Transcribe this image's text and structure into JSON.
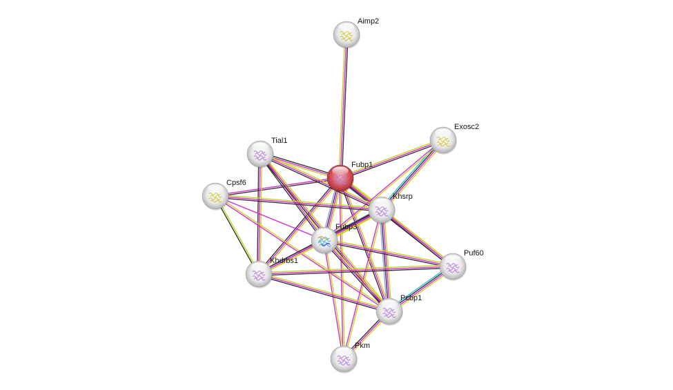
{
  "network": {
    "query_protein": "Fubp1",
    "colors": {
      "textmining": "#c4d31a",
      "experiments": "#d62ad6",
      "coexpression": "#333333",
      "database": "#2bc0dd",
      "homology": "#9a9af5",
      "query_node": "#d8444f",
      "node": "#e6e6e6"
    },
    "nodes": [
      {
        "id": "Aimp2",
        "label": "Aimp2",
        "query": false,
        "structure": "yellow"
      },
      {
        "id": "Exosc2",
        "label": "Exosc2",
        "query": false,
        "structure": "yellow"
      },
      {
        "id": "Tial1",
        "label": "Tial1",
        "query": false,
        "structure": "purple"
      },
      {
        "id": "Fubp1",
        "label": "Fubp1",
        "query": true,
        "structure": "purple"
      },
      {
        "id": "Cpsf6",
        "label": "Cpsf6",
        "query": false,
        "structure": "yellow"
      },
      {
        "id": "Khsrp",
        "label": "Khsrp",
        "query": false,
        "structure": "purple"
      },
      {
        "id": "Fubp3",
        "label": "Fubp3",
        "query": false,
        "structure": "rainbow"
      },
      {
        "id": "Khdrbs1",
        "label": "Khdrbs1",
        "query": false,
        "structure": "purple"
      },
      {
        "id": "Puf60",
        "label": "Puf60",
        "query": false,
        "structure": "purple"
      },
      {
        "id": "Pcbp1",
        "label": "Pcbp1",
        "query": false,
        "structure": "purple"
      },
      {
        "id": "Pkm",
        "label": "Pkm",
        "query": false,
        "structure": "purple"
      }
    ],
    "edges": [
      {
        "a": "Fubp1",
        "b": "Aimp2",
        "types": [
          "textmining",
          "experiments",
          "coexpression"
        ]
      },
      {
        "a": "Fubp1",
        "b": "Exosc2",
        "types": [
          "textmining",
          "experiments",
          "coexpression"
        ]
      },
      {
        "a": "Fubp1",
        "b": "Tial1",
        "types": [
          "textmining",
          "experiments",
          "coexpression"
        ]
      },
      {
        "a": "Fubp1",
        "b": "Cpsf6",
        "types": [
          "coexpression",
          "experiments"
        ]
      },
      {
        "a": "Fubp1",
        "b": "Khsrp",
        "types": [
          "textmining",
          "experiments",
          "coexpression",
          "homology"
        ]
      },
      {
        "a": "Fubp1",
        "b": "Fubp3",
        "types": [
          "textmining",
          "experiments",
          "coexpression",
          "homology"
        ]
      },
      {
        "a": "Fubp1",
        "b": "Khdrbs1",
        "types": [
          "textmining",
          "experiments",
          "coexpression"
        ]
      },
      {
        "a": "Fubp1",
        "b": "Puf60",
        "types": [
          "textmining",
          "experiments",
          "coexpression"
        ]
      },
      {
        "a": "Fubp1",
        "b": "Pcbp1",
        "types": [
          "textmining",
          "experiments",
          "coexpression"
        ]
      },
      {
        "a": "Fubp1",
        "b": "Pkm",
        "types": [
          "textmining",
          "experiments"
        ]
      },
      {
        "a": "Exosc2",
        "b": "Khsrp",
        "types": [
          "textmining",
          "experiments",
          "coexpression",
          "database"
        ]
      },
      {
        "a": "Exosc2",
        "b": "Fubp3",
        "types": [
          "textmining",
          "experiments"
        ]
      },
      {
        "a": "Tial1",
        "b": "Khsrp",
        "types": [
          "textmining",
          "experiments",
          "coexpression"
        ]
      },
      {
        "a": "Tial1",
        "b": "Fubp3",
        "types": [
          "textmining",
          "experiments",
          "coexpression"
        ]
      },
      {
        "a": "Tial1",
        "b": "Khdrbs1",
        "types": [
          "textmining",
          "experiments",
          "coexpression"
        ]
      },
      {
        "a": "Tial1",
        "b": "Pcbp1",
        "types": [
          "textmining",
          "experiments",
          "coexpression"
        ]
      },
      {
        "a": "Cpsf6",
        "b": "Khsrp",
        "types": [
          "textmining",
          "experiments",
          "coexpression"
        ]
      },
      {
        "a": "Cpsf6",
        "b": "Fubp3",
        "types": [
          "experiments"
        ]
      },
      {
        "a": "Cpsf6",
        "b": "Khdrbs1",
        "types": [
          "textmining",
          "coexpression"
        ]
      },
      {
        "a": "Cpsf6",
        "b": "Pcbp1",
        "types": [
          "textmining",
          "experiments"
        ]
      },
      {
        "a": "Khsrp",
        "b": "Fubp3",
        "types": [
          "textmining",
          "experiments",
          "coexpression",
          "homology"
        ]
      },
      {
        "a": "Khsrp",
        "b": "Khdrbs1",
        "types": [
          "textmining",
          "experiments",
          "coexpression"
        ]
      },
      {
        "a": "Khsrp",
        "b": "Puf60",
        "types": [
          "textmining",
          "experiments",
          "coexpression"
        ]
      },
      {
        "a": "Khsrp",
        "b": "Pcbp1",
        "types": [
          "textmining",
          "experiments",
          "coexpression",
          "homology"
        ]
      },
      {
        "a": "Khsrp",
        "b": "Pkm",
        "types": [
          "textmining",
          "experiments"
        ]
      },
      {
        "a": "Fubp3",
        "b": "Khdrbs1",
        "types": [
          "textmining",
          "experiments",
          "coexpression"
        ]
      },
      {
        "a": "Fubp3",
        "b": "Puf60",
        "types": [
          "textmining",
          "experiments",
          "coexpression"
        ]
      },
      {
        "a": "Fubp3",
        "b": "Pcbp1",
        "types": [
          "textmining",
          "experiments",
          "coexpression"
        ]
      },
      {
        "a": "Fubp3",
        "b": "Pkm",
        "types": [
          "textmining",
          "experiments"
        ]
      },
      {
        "a": "Khdrbs1",
        "b": "Puf60",
        "types": [
          "textmining",
          "experiments",
          "coexpression"
        ]
      },
      {
        "a": "Khdrbs1",
        "b": "Pcbp1",
        "types": [
          "textmining",
          "experiments",
          "coexpression"
        ]
      },
      {
        "a": "Puf60",
        "b": "Pcbp1",
        "types": [
          "textmining",
          "experiments",
          "coexpression",
          "database"
        ]
      },
      {
        "a": "Pcbp1",
        "b": "Pkm",
        "types": [
          "textmining",
          "experiments",
          "coexpression"
        ]
      }
    ]
  }
}
